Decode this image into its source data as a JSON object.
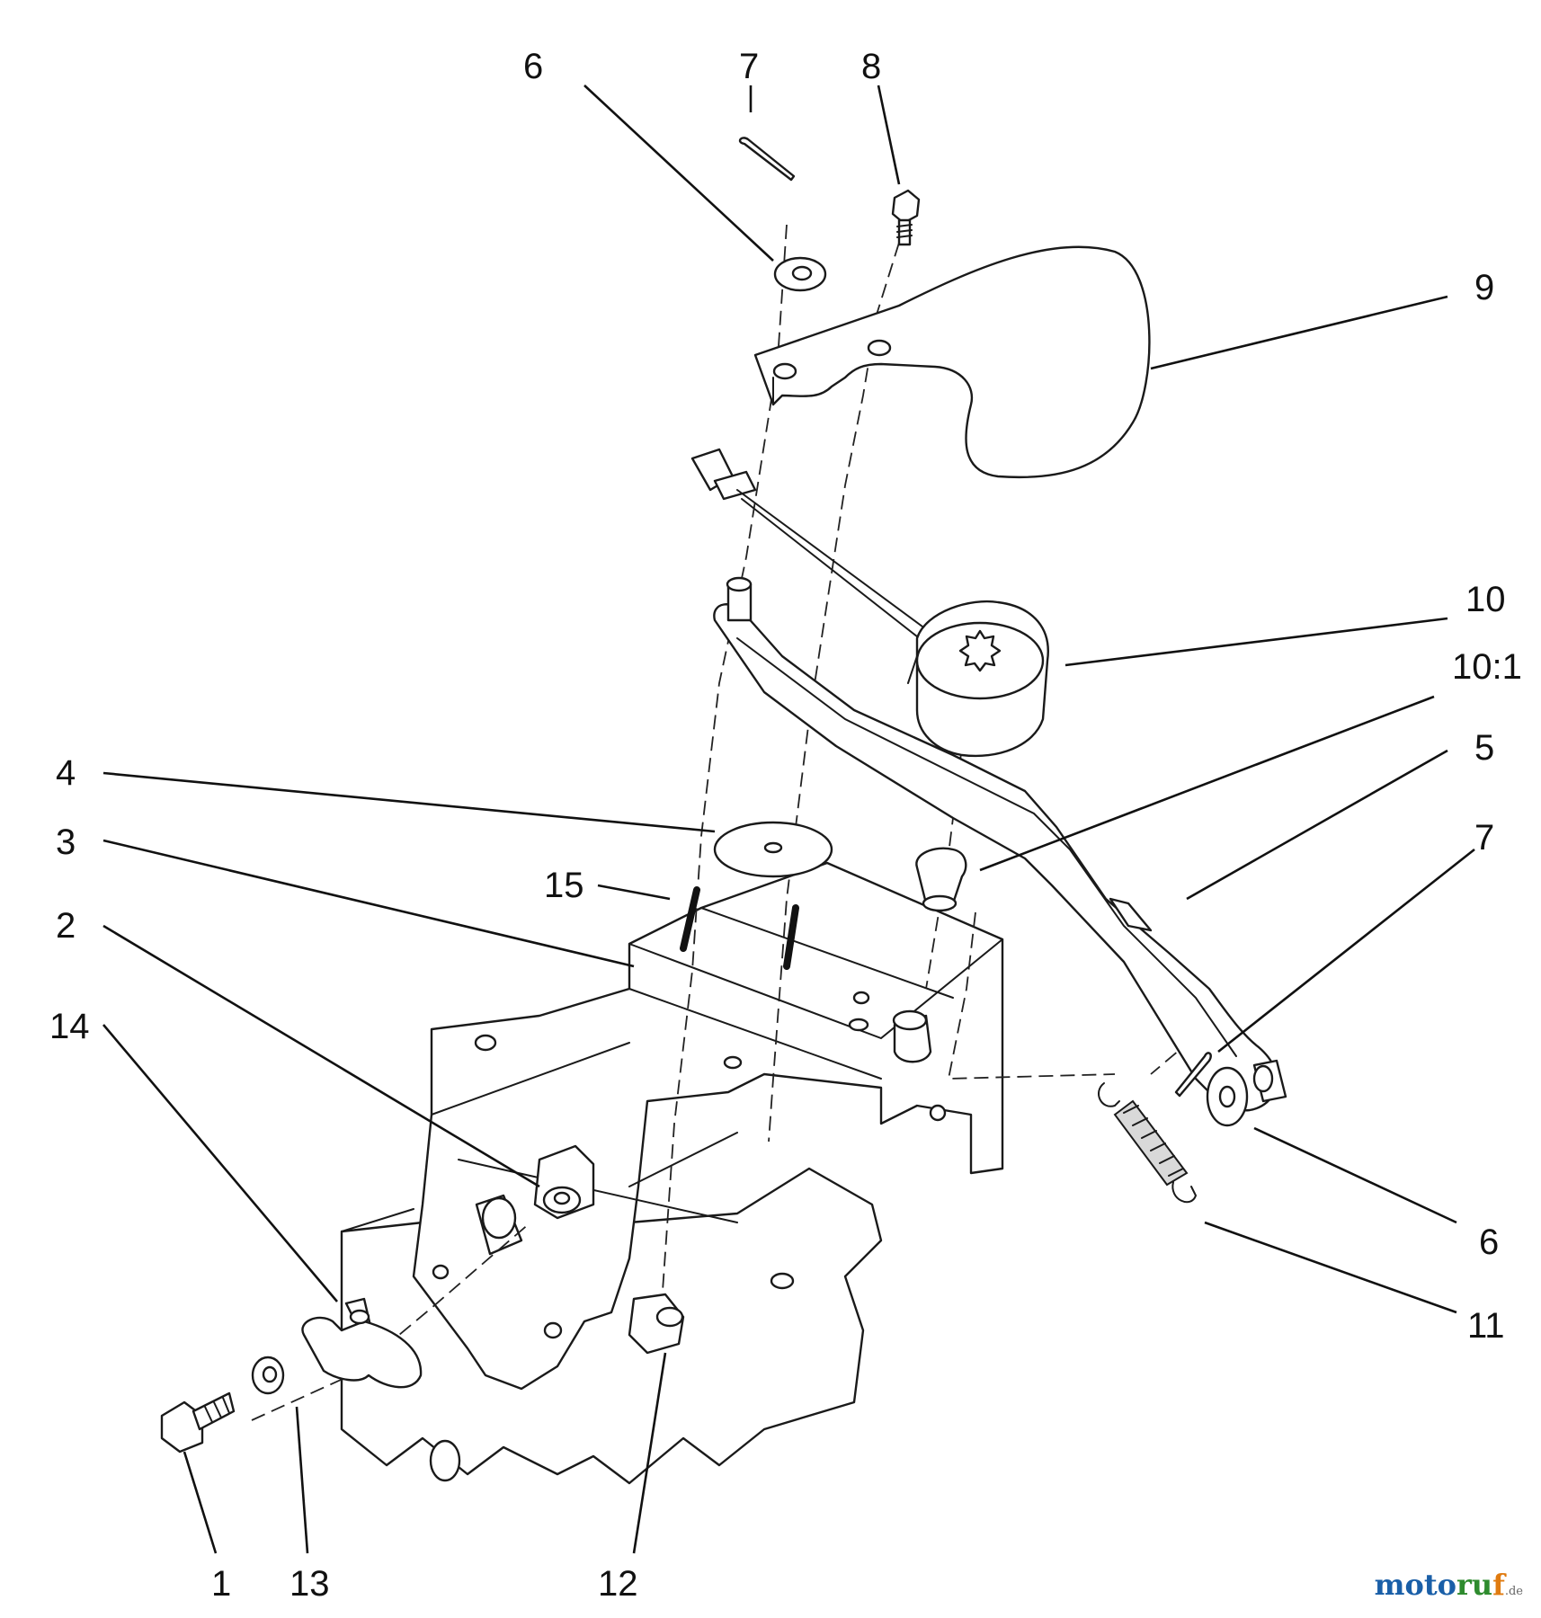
{
  "callouts": {
    "c1": "1",
    "c2": "2",
    "c3": "3",
    "c4": "4",
    "c5": "5",
    "c6_top": "6",
    "c6_right": "6",
    "c7_top": "7",
    "c7_right": "7",
    "c8": "8",
    "c9": "9",
    "c10": "10",
    "c10_1": "10:1",
    "c11": "11",
    "c12": "12",
    "c13": "13",
    "c14": "14",
    "c15": "15"
  },
  "watermark": {
    "part_a": "moto",
    "part_b": "ru",
    "part_c": "f",
    "part_d": ".de"
  }
}
